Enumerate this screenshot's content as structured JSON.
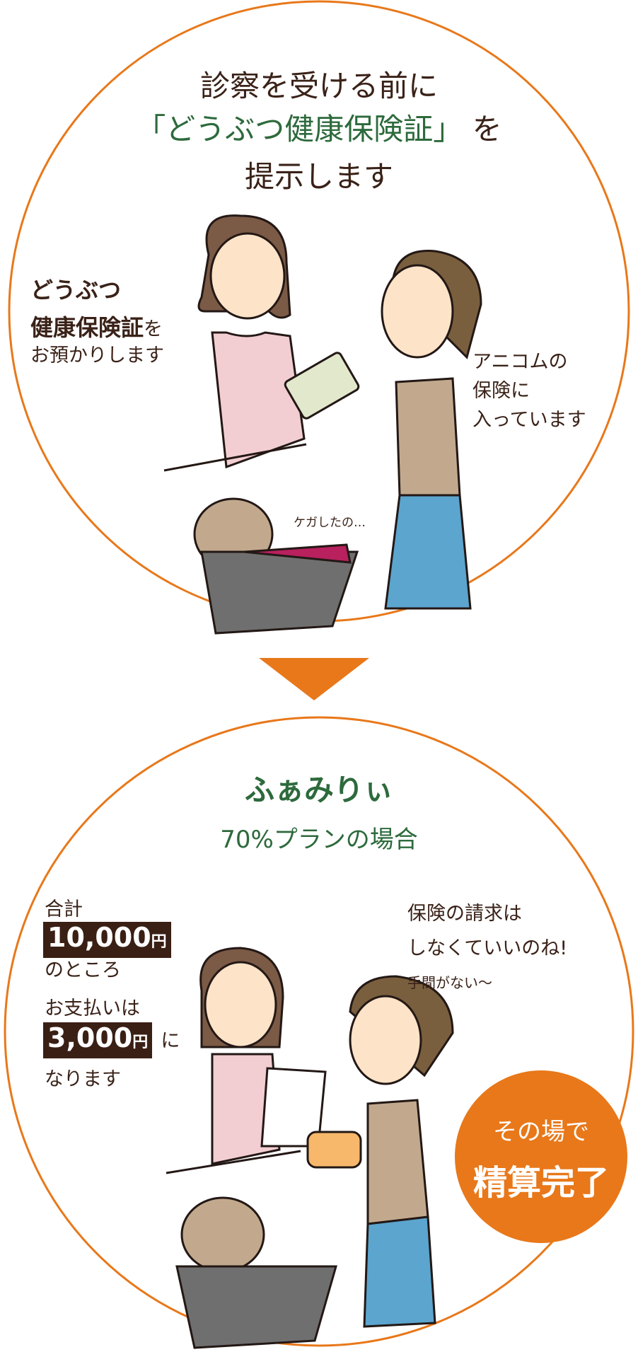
{
  "step1": {
    "heading_line1": "診察を受ける前に",
    "heading_line2": "「どうぶつ健康保険証」",
    "heading_line2_suffix": "を",
    "heading_line3": "提示します",
    "staff_line1": "どうぶつ",
    "staff_line2_bold": "健康保険証",
    "staff_line2_suffix": "を",
    "staff_line3": "お預かりします",
    "owner_line1": "アニコムの",
    "owner_line2": "保険に",
    "owner_line3": "入っています",
    "pet_line": "ケガしたの…"
  },
  "step2": {
    "plan_name": "ふぁみりぃ",
    "plan_detail": "70%プランの場合",
    "staff_total_label": "合計",
    "total_amount": "10,000",
    "total_unit": "円",
    "staff_total_suffix": "のところ",
    "staff_pay_label": "お支払いは",
    "pay_amount": "3,000",
    "pay_unit": "円",
    "pay_suffix": "に",
    "staff_pay_end": "なります",
    "owner_line1": "保険の請求は",
    "owner_line2": "しなくていいのね!",
    "owner_line3": "手間がない〜",
    "badge_line1": "その場で",
    "badge_line2": "精算完了"
  },
  "colors": {
    "accent": "#e8781a",
    "green": "#2d6a3c",
    "dark": "#3a1f14"
  }
}
